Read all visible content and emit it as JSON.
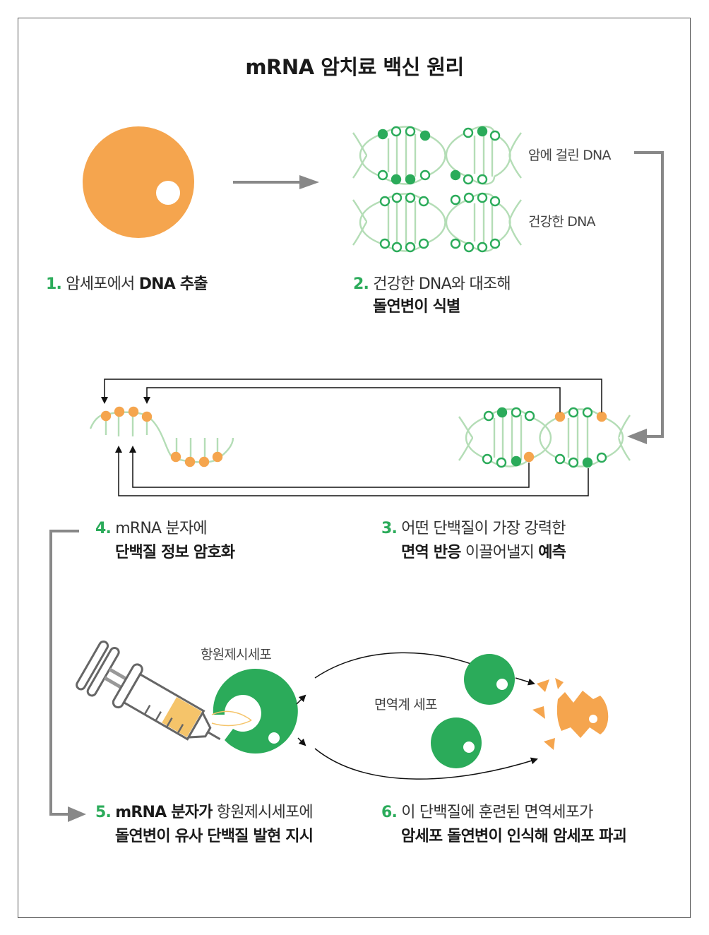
{
  "title": "mRNA 암치료 백신 원리",
  "colors": {
    "orange": "#f5a54e",
    "green": "#2bab5a",
    "strand": "#b4ddb6",
    "arrow": "#888888"
  },
  "labels": {
    "mutated_dna": "암에 걸린 DNA",
    "healthy_dna": "건강한 DNA",
    "apc": "항원제시세포",
    "immune_cells": "면역계 세포"
  },
  "steps": {
    "s1": {
      "num": "1.",
      "text": "암세포에서 ",
      "bold": "DNA 추출"
    },
    "s2": {
      "num": "2.",
      "line1": "건강한 DNA와 대조해",
      "line2_bold": "돌연변이 식별"
    },
    "s3": {
      "num": "3.",
      "line1": "어떤 단백질이 가장 강력한",
      "line2_bold_a": "면역 반응",
      "line2_mid": " 이끌어낼지 ",
      "line2_bold_b": "예측"
    },
    "s4": {
      "num": "4.",
      "line1": "mRNA 분자에",
      "line2_bold": "단백질 정보 암호화"
    },
    "s5": {
      "num": "5.",
      "line1_bold": "mRNA 분자가",
      "line1_rest": " 항원제시세포에",
      "line2_bold": "돌연변이 유사 단백질 발현 지시"
    },
    "s6": {
      "num": "6.",
      "line1": "이 단백질에 훈련된 면역세포가",
      "line2_bold": "암세포 돌연변이 인식해 암세포 파괴"
    }
  }
}
